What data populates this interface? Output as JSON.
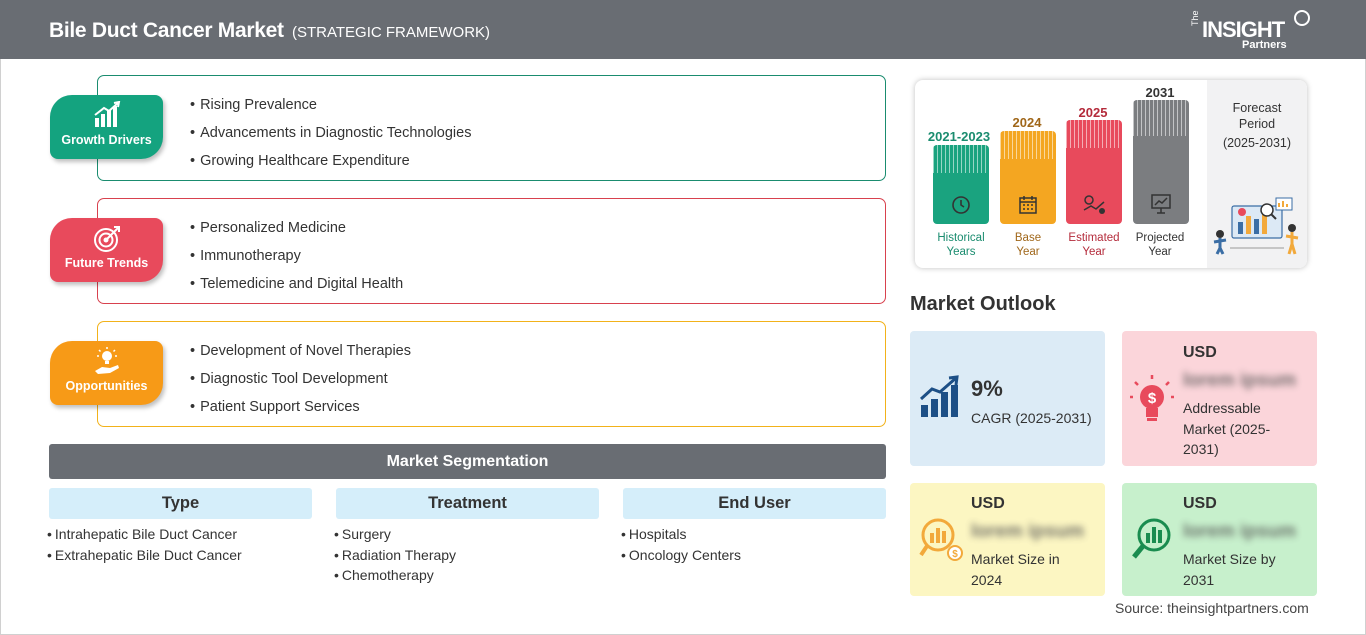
{
  "header": {
    "title": "Bile Duct Cancer Market",
    "subtitle": "(STRATEGIC FRAMEWORK)",
    "logo_the": "The",
    "logo_insight": "INSIGHT",
    "logo_partners": "Partners"
  },
  "framework": [
    {
      "badge": "Growth Drivers",
      "icon": "growth-chart-icon",
      "color": "#14a37f",
      "items": [
        "Rising Prevalence",
        "Advancements in Diagnostic Technologies",
        "Growing Healthcare Expenditure"
      ]
    },
    {
      "badge": "Future Trends",
      "icon": "target-icon",
      "color": "#e84a5c",
      "items": [
        "Personalized Medicine",
        "Immunotherapy",
        "Telemedicine and Digital Health"
      ]
    },
    {
      "badge": "Opportunities",
      "icon": "lightbulb-hand-icon",
      "color": "#f79a17",
      "items": [
        "Development of Novel Therapies",
        "Diagnostic Tool Development",
        "Patient Support Services"
      ]
    }
  ],
  "segmentation": {
    "title": "Market Segmentation",
    "columns": [
      {
        "head": "Type",
        "items": [
          "Intrahepatic Bile Duct Cancer",
          "Extrahepatic Bile Duct Cancer"
        ]
      },
      {
        "head": "Treatment",
        "items": [
          "Surgery",
          "Radiation Therapy",
          "Chemotherapy"
        ]
      },
      {
        "head": "End User",
        "items": [
          "Hospitals",
          "Oncology Centers"
        ]
      }
    ]
  },
  "timeline": {
    "columns": [
      {
        "year": "2021-2023",
        "line1": "Historical",
        "line2": "Years",
        "color": "#1aa37f",
        "year_color": "#1a8c6f",
        "icon": "history-clock-icon"
      },
      {
        "year": "2024",
        "line1": "Base",
        "line2": "Year",
        "color": "#f4a621",
        "year_color": "#a0671a",
        "icon": "calendar-icon"
      },
      {
        "year": "2025",
        "line1": "Estimated",
        "line2": "Year",
        "color": "#e84a5c",
        "year_color": "#b42b3b",
        "icon": "settings-chart-icon"
      },
      {
        "year": "2031",
        "line1": "Projected",
        "line2": "Year",
        "color": "#7b7d80",
        "year_color": "#333333",
        "icon": "presentation-icon"
      }
    ],
    "forecast_line1": "Forecast",
    "forecast_line2": "Period",
    "forecast_line3": "(2025-2031)"
  },
  "outlook": {
    "title": "Market Outlook",
    "cagr": {
      "value": "9%",
      "label": "CAGR (2025-2031)",
      "color": "#dcebf6",
      "icon": "growth-bars-icon"
    },
    "addressable": {
      "unit": "USD",
      "value": "lorem ipsum",
      "line1": "Addressable",
      "line2": "Market (2025-",
      "line3": "2031)",
      "color": "#fbd5da",
      "icon": "dollar-bulb-icon"
    },
    "size_2024": {
      "unit": "USD",
      "value": "lorem ipsum",
      "line1": "Market Size in",
      "line2": "2024",
      "color": "#fcf6c2",
      "icon": "money-magnifier-icon"
    },
    "size_2031": {
      "unit": "USD",
      "value": "lorem ipsum",
      "line1": "Market Size by",
      "line2": "2031",
      "color": "#c7f0cc",
      "icon": "chart-magnifier-icon"
    }
  },
  "source": "Source: theinsightpartners.com"
}
